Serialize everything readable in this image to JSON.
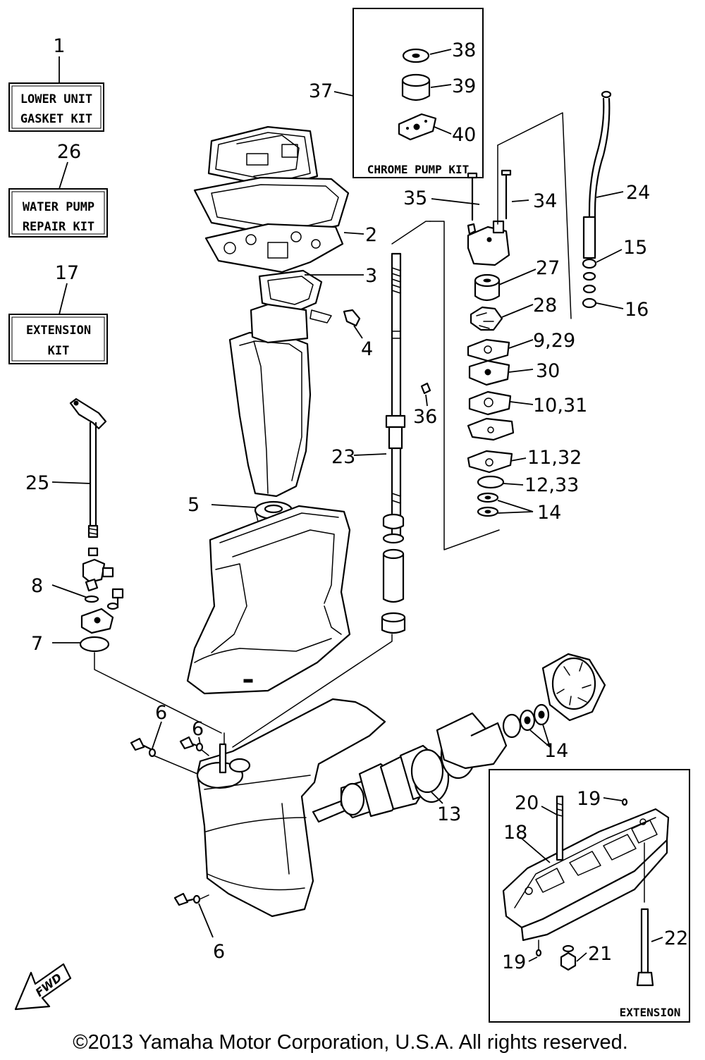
{
  "kits": {
    "lower_unit": {
      "number": "1",
      "line1": "LOWER UNIT",
      "line2": "GASKET KIT"
    },
    "water_pump": {
      "number": "26",
      "line1": "WATER PUMP",
      "line2": "REPAIR KIT"
    },
    "extension": {
      "number": "17",
      "line1": "EXTENSION",
      "line2": "KIT"
    }
  },
  "chrome_pump_kit": {
    "number": "37",
    "title": "CHROME PUMP KIT",
    "parts": [
      "38",
      "39",
      "40"
    ]
  },
  "extension_box": {
    "title": "EXTENSION",
    "parts": [
      "20",
      "19",
      "18",
      "19",
      "21",
      "22"
    ]
  },
  "callouts": {
    "c2": "2",
    "c3": "3",
    "c4": "4",
    "c5": "5",
    "c6a": "6",
    "c6b": "6",
    "c6c": "6",
    "c7": "7",
    "c8": "8",
    "c9_29": "9,29",
    "c10_31": "10,31",
    "c11_32": "11,32",
    "c12_33": "12,33",
    "c13": "13",
    "c14a": "14",
    "c14b": "14",
    "c15": "15",
    "c16": "16",
    "c23": "23",
    "c24": "24",
    "c25": "25",
    "c27": "27",
    "c28": "28",
    "c30": "30",
    "c34": "34",
    "c35": "35",
    "c36": "36"
  },
  "fwd_label": "FWD",
  "copyright": "©2013 Yamaha Motor Corporation, U.S.A. All rights reserved."
}
